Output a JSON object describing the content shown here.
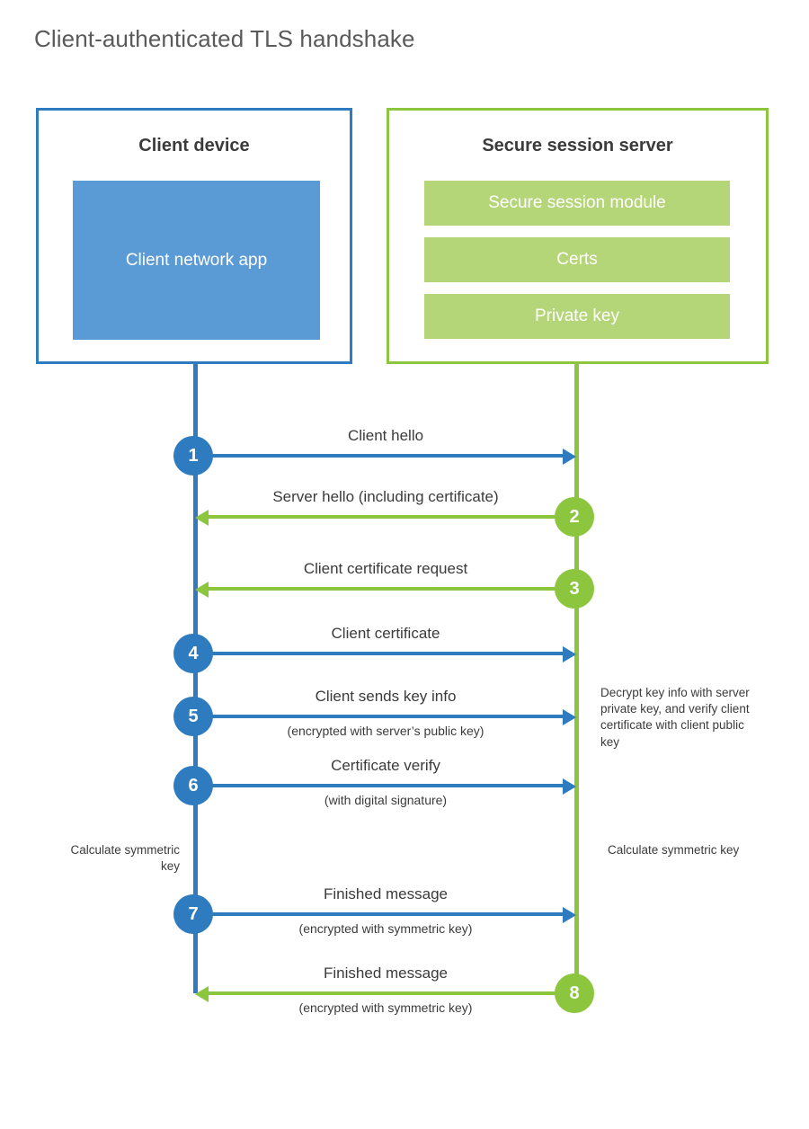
{
  "title": "Client-authenticated TLS handshake",
  "colors": {
    "client_accent": "#2e7cbf",
    "client_app_fill": "#5b9bd5",
    "server_accent": "#8cc63e",
    "server_bar_fill": "#b5d678",
    "text": "#3b3b3b",
    "title_text": "#5a5a5a",
    "background": "#ffffff"
  },
  "actors": {
    "client": {
      "title": "Client device",
      "component": "Client network app"
    },
    "server": {
      "title": "Secure session server",
      "components": [
        "Secure session module",
        "Certs",
        "Private key"
      ]
    }
  },
  "messages": [
    {
      "step": "1",
      "label": "Client hello",
      "sublabel": "",
      "direction": "client-to-server",
      "origin": "client"
    },
    {
      "step": "2",
      "label": "Server hello (including certificate)",
      "sublabel": "",
      "direction": "server-to-client",
      "origin": "server"
    },
    {
      "step": "3",
      "label": "Client certificate request",
      "sublabel": "",
      "direction": "server-to-client",
      "origin": "server"
    },
    {
      "step": "4",
      "label": "Client certificate",
      "sublabel": "",
      "direction": "client-to-server",
      "origin": "client"
    },
    {
      "step": "5",
      "label": "Client sends key info",
      "sublabel": "(encrypted with server’s public key)",
      "direction": "client-to-server",
      "origin": "client"
    },
    {
      "step": "6",
      "label": "Certificate verify",
      "sublabel": "(with digital signature)",
      "direction": "client-to-server",
      "origin": "client"
    },
    {
      "step": "7",
      "label": "Finished message",
      "sublabel": "(encrypted with symmetric key)",
      "direction": "client-to-server",
      "origin": "client"
    },
    {
      "step": "8",
      "label": "Finished message",
      "sublabel": "(encrypted with symmetric key)",
      "direction": "server-to-client",
      "origin": "server"
    }
  ],
  "notes": {
    "server_decrypt": "Decrypt key info with server private key, and verify client certificate with client public key",
    "client_symmetric_key": "Calculate symmetric key",
    "server_symmetric_key": "Calculate symmetric key"
  }
}
